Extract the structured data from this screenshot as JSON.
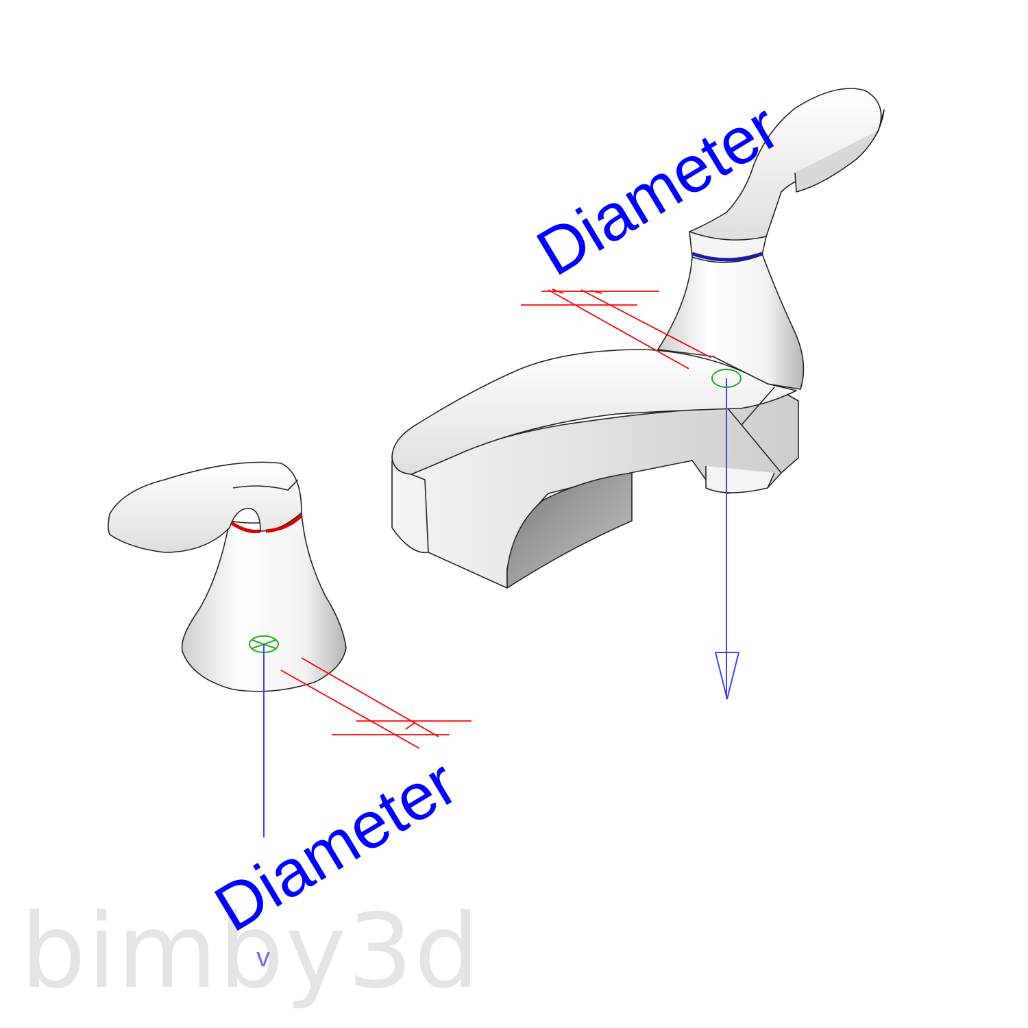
{
  "labels": {
    "top_dimension": "Diameter",
    "bottom_dimension": "Diameter"
  },
  "watermark": {
    "text": "bimby3d"
  },
  "small_marks": {
    "bottom_arrow_tip": "v"
  },
  "colors": {
    "dimension_text": "#0000ff",
    "dimension_lines": "#ff0000",
    "insertion_arrow": "#4040ff",
    "connector_marker": "#22aa22",
    "hot_ring": "#dd0000",
    "cold_ring": "#1a1aaa",
    "watermark": "#e4e4e4"
  }
}
